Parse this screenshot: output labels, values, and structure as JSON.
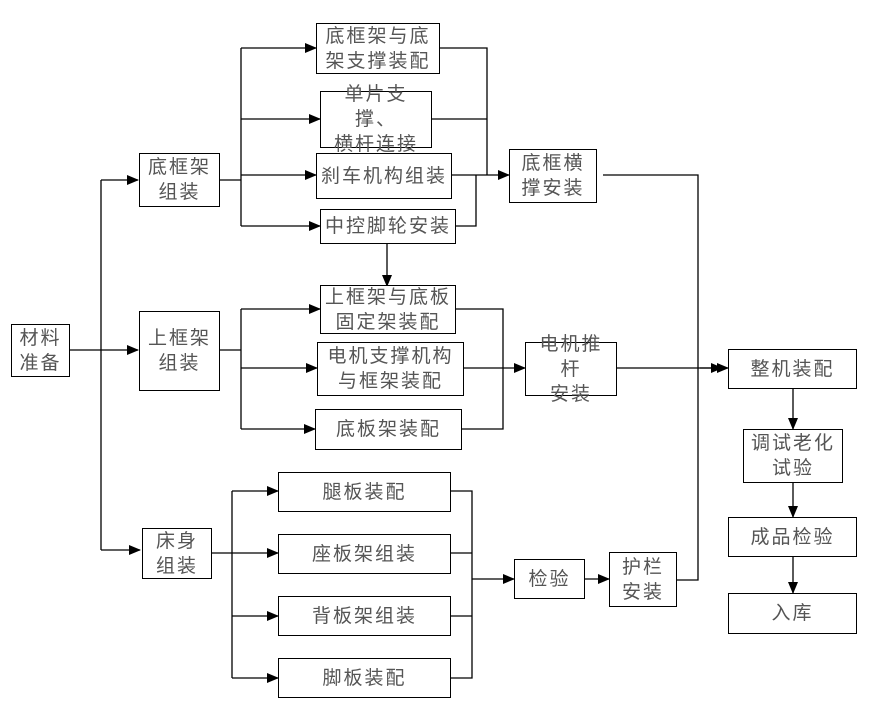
{
  "diagram": {
    "title": "",
    "nodes": {
      "material_prep": "材料\n准备",
      "base_frame_assembly": "底框架\n组装",
      "upper_frame_assembly": "上框架\n组装",
      "bed_body_assembly": "床身\n组装",
      "base_frame_support_fit": "底框架与底\n架支撑装配",
      "single_support_crossbar": "单片支撑、\n横杆连接",
      "brake_mechanism": "刹车机构组装",
      "central_caster": "中控脚轮安装",
      "base_crossbrace": "底框横\n撑安装",
      "upper_frame_bottom_plate": "上框架与底板\n固定架装配",
      "motor_support_frame": "电机支撑机构\n与框架装配",
      "bottom_plate_frame": "底板架装配",
      "motor_actuator": "电机推杆\n安装",
      "leg_plate": "腿板装配",
      "seat_plate_frame": "座板架组装",
      "back_plate_frame": "背板架组装",
      "foot_plate": "脚板装配",
      "inspection": "检验",
      "guardrail": "护栏\n安装",
      "final_assembly": "整机装配",
      "debug_aging": "调试老化\n试验",
      "finished_inspection": "成品检验",
      "warehousing": "入库"
    },
    "edges": [
      [
        "material_prep",
        "base_frame_assembly"
      ],
      [
        "material_prep",
        "upper_frame_assembly"
      ],
      [
        "material_prep",
        "bed_body_assembly"
      ],
      [
        "base_frame_assembly",
        "base_frame_support_fit"
      ],
      [
        "base_frame_assembly",
        "single_support_crossbar"
      ],
      [
        "base_frame_assembly",
        "brake_mechanism"
      ],
      [
        "base_frame_assembly",
        "central_caster"
      ],
      [
        "base_frame_support_fit",
        "base_crossbrace"
      ],
      [
        "single_support_crossbar",
        "base_crossbrace"
      ],
      [
        "brake_mechanism",
        "base_crossbrace"
      ],
      [
        "central_caster",
        "base_crossbrace"
      ],
      [
        "central_caster",
        "upper_frame_bottom_plate"
      ],
      [
        "upper_frame_assembly",
        "upper_frame_bottom_plate"
      ],
      [
        "upper_frame_assembly",
        "motor_support_frame"
      ],
      [
        "upper_frame_assembly",
        "bottom_plate_frame"
      ],
      [
        "upper_frame_bottom_plate",
        "motor_actuator"
      ],
      [
        "motor_support_frame",
        "motor_actuator"
      ],
      [
        "bottom_plate_frame",
        "motor_actuator"
      ],
      [
        "bed_body_assembly",
        "leg_plate"
      ],
      [
        "bed_body_assembly",
        "seat_plate_frame"
      ],
      [
        "bed_body_assembly",
        "back_plate_frame"
      ],
      [
        "bed_body_assembly",
        "foot_plate"
      ],
      [
        "leg_plate",
        "inspection"
      ],
      [
        "seat_plate_frame",
        "inspection"
      ],
      [
        "back_plate_frame",
        "inspection"
      ],
      [
        "foot_plate",
        "inspection"
      ],
      [
        "inspection",
        "guardrail"
      ],
      [
        "base_crossbrace",
        "final_assembly"
      ],
      [
        "motor_actuator",
        "final_assembly"
      ],
      [
        "guardrail",
        "final_assembly"
      ],
      [
        "final_assembly",
        "debug_aging"
      ],
      [
        "debug_aging",
        "finished_inspection"
      ],
      [
        "finished_inspection",
        "warehousing"
      ]
    ]
  }
}
